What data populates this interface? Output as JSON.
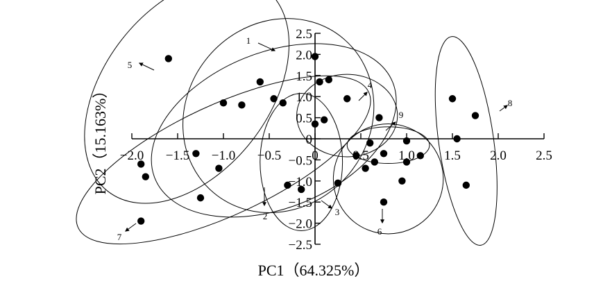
{
  "chart_data": {
    "type": "scatter",
    "title": "",
    "xlabel": "PC1（64.325%）",
    "ylabel": "PC2（15.163%）",
    "xlim": [
      -2.0,
      2.5
    ],
    "ylim": [
      -2.5,
      2.5
    ],
    "x_ticks": [
      "-2.0",
      "-1.5",
      "-1.0",
      "-0.5",
      "0",
      "0.5",
      "1.0",
      "1.5",
      "2.0",
      "2.5"
    ],
    "y_ticks": [
      "-2.5",
      "-2.0",
      "-1.5",
      "-1.0",
      "-0.5",
      "0",
      "0.5",
      "1.0",
      "1.5",
      "2.0",
      "2.5"
    ],
    "axes_cross_at_origin": true,
    "grid": false,
    "points": [
      {
        "x": 0.0,
        "y": 1.95
      },
      {
        "x": -0.6,
        "y": 1.35
      },
      {
        "x": -1.0,
        "y": 0.85
      },
      {
        "x": -0.8,
        "y": 0.8
      },
      {
        "x": -0.45,
        "y": 0.95
      },
      {
        "x": -0.35,
        "y": 0.85
      },
      {
        "x": 0.15,
        "y": 1.4
      },
      {
        "x": 0.05,
        "y": 1.35
      },
      {
        "x": 0.35,
        "y": 0.95
      },
      {
        "x": 0.1,
        "y": 0.45
      },
      {
        "x": 0.0,
        "y": 0.35
      },
      {
        "x": 0.7,
        "y": 0.5
      },
      {
        "x": 0.6,
        "y": -0.1
      },
      {
        "x": 1.0,
        "y": -0.05
      },
      {
        "x": 0.75,
        "y": -0.35
      },
      {
        "x": 0.45,
        "y": -0.4
      },
      {
        "x": 1.15,
        "y": -0.4
      },
      {
        "x": 0.65,
        "y": -0.55
      },
      {
        "x": 1.0,
        "y": -0.55
      },
      {
        "x": 0.55,
        "y": -0.7
      },
      {
        "x": 0.95,
        "y": -1.0
      },
      {
        "x": 0.75,
        "y": -1.5
      },
      {
        "x": 1.5,
        "y": 0.95
      },
      {
        "x": 1.75,
        "y": 0.55
      },
      {
        "x": 1.55,
        "y": 0.0
      },
      {
        "x": 1.65,
        "y": -1.1
      },
      {
        "x": -1.6,
        "y": 1.9
      },
      {
        "x": -1.9,
        "y": -0.6
      },
      {
        "x": -1.85,
        "y": -0.9
      },
      {
        "x": -1.3,
        "y": -0.35
      },
      {
        "x": -1.05,
        "y": -0.7
      },
      {
        "x": -1.25,
        "y": -1.4
      },
      {
        "x": -1.9,
        "y": -1.95
      },
      {
        "x": -0.3,
        "y": -1.1
      },
      {
        "x": -0.15,
        "y": -1.2
      },
      {
        "x": 0.25,
        "y": -1.05
      }
    ],
    "groups": [
      {
        "label": "1",
        "cx": -0.4,
        "cy": 0.55,
        "rx": 1.0,
        "ry": 1.1,
        "rot": 40
      },
      {
        "label": "2",
        "cx": -0.45,
        "cy": 0.2,
        "rx": 0.85,
        "ry": 1.4,
        "rot": 68
      },
      {
        "label": "3",
        "cx": -0.15,
        "cy": -0.55,
        "rx": 0.45,
        "ry": 0.75,
        "rot": 0
      },
      {
        "label": "4",
        "cx": 0.35,
        "cy": 0.55,
        "rx": 0.55,
        "ry": 0.45,
        "rot": 0
      },
      {
        "label": "5",
        "cx": -1.4,
        "cy": 1.15,
        "rx": 0.9,
        "ry": 1.4,
        "rot": 38
      },
      {
        "label": "6",
        "cx": 0.8,
        "cy": -0.95,
        "rx": 0.6,
        "ry": 0.6,
        "rot": 0
      },
      {
        "label": "7",
        "cx": -1.0,
        "cy": -0.5,
        "rx": 0.6,
        "ry": 1.75,
        "rot": 65
      },
      {
        "label": "8",
        "cx": 1.65,
        "cy": -0.05,
        "rx": 0.3,
        "ry": 1.15,
        "rot": -8
      },
      {
        "label": "9",
        "cx": 0.8,
        "cy": -0.15,
        "rx": 0.45,
        "ry": 0.2,
        "rot": 0
      }
    ]
  }
}
